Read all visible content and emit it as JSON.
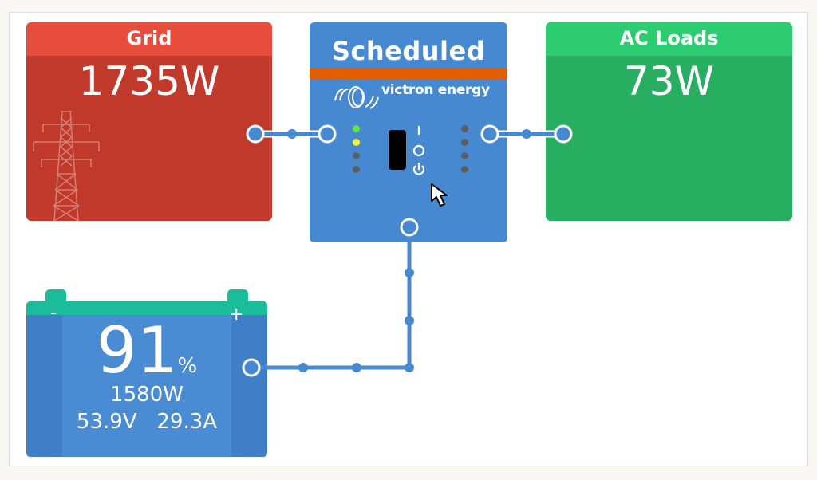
{
  "grid": {
    "title": "Grid",
    "power": "1735W",
    "color": "#c0392b",
    "header_color": "#e74c3c",
    "icon": "power-tower-icon"
  },
  "inverter": {
    "mode": "Scheduled",
    "brand": "victron energy",
    "color": "#4789d0",
    "stripe_color": "#e05e00",
    "left_leds": [
      "green",
      "yellow",
      "off",
      "off"
    ],
    "right_leds": [
      "off",
      "off",
      "off",
      "off"
    ],
    "switch_labels": {
      "on": "I",
      "off": "O",
      "standby": "power-standby-icon"
    }
  },
  "ac_loads": {
    "title": "AC Loads",
    "power": "73W",
    "color": "#27ae60",
    "header_color": "#2ecc71"
  },
  "battery": {
    "soc": "91",
    "soc_unit": "%",
    "power": "1580W",
    "voltage": "53.9V",
    "current": "29.3A",
    "minus": "-",
    "plus": "+",
    "color": "#4789d0",
    "top_color": "#1abc9c"
  },
  "connector_color": "#4789d0"
}
